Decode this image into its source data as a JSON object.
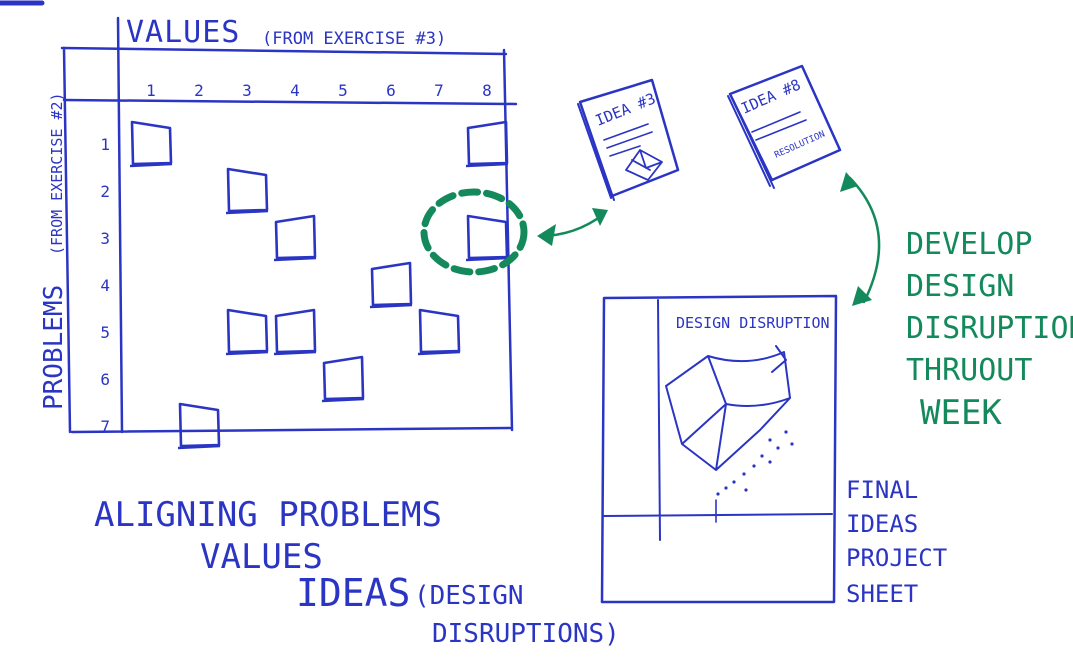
{
  "colors": {
    "ink_blue": "#2b35c4",
    "ink_green": "#148a5c",
    "paper": "#ffffff"
  },
  "matrix": {
    "column_title": "VALUES",
    "column_source": "(FROM EXERCISE #3)",
    "row_title": "PROBLEMS",
    "row_source": "(FROM EXERCISE #2)",
    "column_numbers": [
      "1",
      "2",
      "3",
      "4",
      "5",
      "6",
      "7",
      "8"
    ],
    "row_numbers": [
      "1",
      "2",
      "3",
      "4",
      "5",
      "6",
      "7"
    ],
    "cells": [
      {
        "row": 1,
        "col": 1
      },
      {
        "row": 1,
        "col": 8
      },
      {
        "row": 2,
        "col": 3
      },
      {
        "row": 3,
        "col": 4
      },
      {
        "row": 3,
        "col": 8
      },
      {
        "row": 4,
        "col": 6
      },
      {
        "row": 5,
        "col": 3
      },
      {
        "row": 5,
        "col": 4
      },
      {
        "row": 5,
        "col": 7
      },
      {
        "row": 6,
        "col": 5
      },
      {
        "row": 7,
        "col": 2
      }
    ],
    "highlighted_cell": {
      "row": 3,
      "col": 8
    }
  },
  "idea_cards": [
    {
      "title": "IDEA #3",
      "subtitle": ""
    },
    {
      "title": "IDEA #8",
      "subtitle": "RESOLUTION"
    }
  ],
  "project_sheet": {
    "heading": "DESIGN DISRUPTION",
    "label_lines": [
      "FINAL",
      "IDEAS",
      "PROJECT",
      "SHEET"
    ]
  },
  "develop_note_lines": [
    "DEVELOP",
    "DESIGN",
    "DISRUPTION",
    "THRUOUT",
    "WEEK"
  ],
  "caption": {
    "line1": "ALIGNING PROBLEMS",
    "line2": "VALUES",
    "line3": "IDEAS",
    "line3_paren_1": "(DESIGN",
    "line3_paren_2": "DISRUPTIONS)"
  }
}
